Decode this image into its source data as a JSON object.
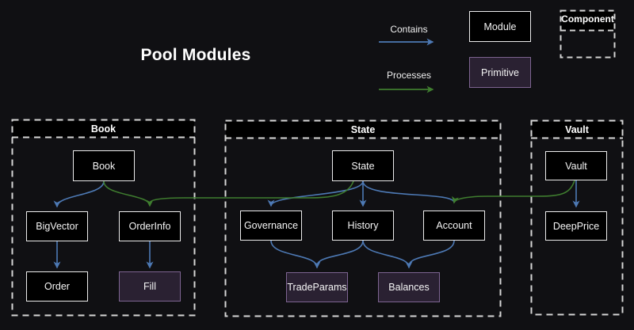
{
  "page": {
    "title": "Pool Modules"
  },
  "legend": {
    "contains": "Contains",
    "processes": "Processes",
    "module": "Module",
    "primitive": "Primitive",
    "component": "Component"
  },
  "containers": {
    "book": {
      "title": "Book"
    },
    "state": {
      "title": "State"
    },
    "vault": {
      "title": "Vault"
    }
  },
  "nodes": {
    "book": "Book",
    "bigvector": "BigVector",
    "orderinfo": "OrderInfo",
    "order": "Order",
    "fill": "Fill",
    "state": "State",
    "governance": "Governance",
    "history": "History",
    "account": "Account",
    "tradeparams": "TradeParams",
    "balances": "Balances",
    "vault": "Vault",
    "deepprice": "DeepPrice"
  },
  "edges": [
    {
      "from": "Book",
      "to": "BigVector",
      "type": "contains"
    },
    {
      "from": "BigVector",
      "to": "Order",
      "type": "contains"
    },
    {
      "from": "OrderInfo",
      "to": "Fill",
      "type": "contains"
    },
    {
      "from": "Book",
      "to": "OrderInfo",
      "type": "processes"
    },
    {
      "from": "State",
      "to": "OrderInfo",
      "type": "processes"
    },
    {
      "from": "State",
      "to": "Governance",
      "type": "contains"
    },
    {
      "from": "State",
      "to": "History",
      "type": "contains"
    },
    {
      "from": "State",
      "to": "Account",
      "type": "contains"
    },
    {
      "from": "Governance",
      "to": "TradeParams",
      "type": "contains"
    },
    {
      "from": "History",
      "to": "TradeParams",
      "type": "contains"
    },
    {
      "from": "History",
      "to": "Balances",
      "type": "contains"
    },
    {
      "from": "Account",
      "to": "Balances",
      "type": "contains"
    },
    {
      "from": "Vault",
      "to": "DeepPrice",
      "type": "contains"
    },
    {
      "from": "Vault",
      "to": "Account",
      "type": "processes"
    }
  ],
  "colors": {
    "background": "#101013",
    "module_fill": "#000000",
    "module_border": "#ececec",
    "primitive_fill": "#2a2132",
    "primitive_border": "#7d6491",
    "contains_arrow": "#4d79b4",
    "processes_arrow": "#3f7d2f",
    "dashed_border": "#d6d6d6",
    "text": "#f5f5f5"
  }
}
